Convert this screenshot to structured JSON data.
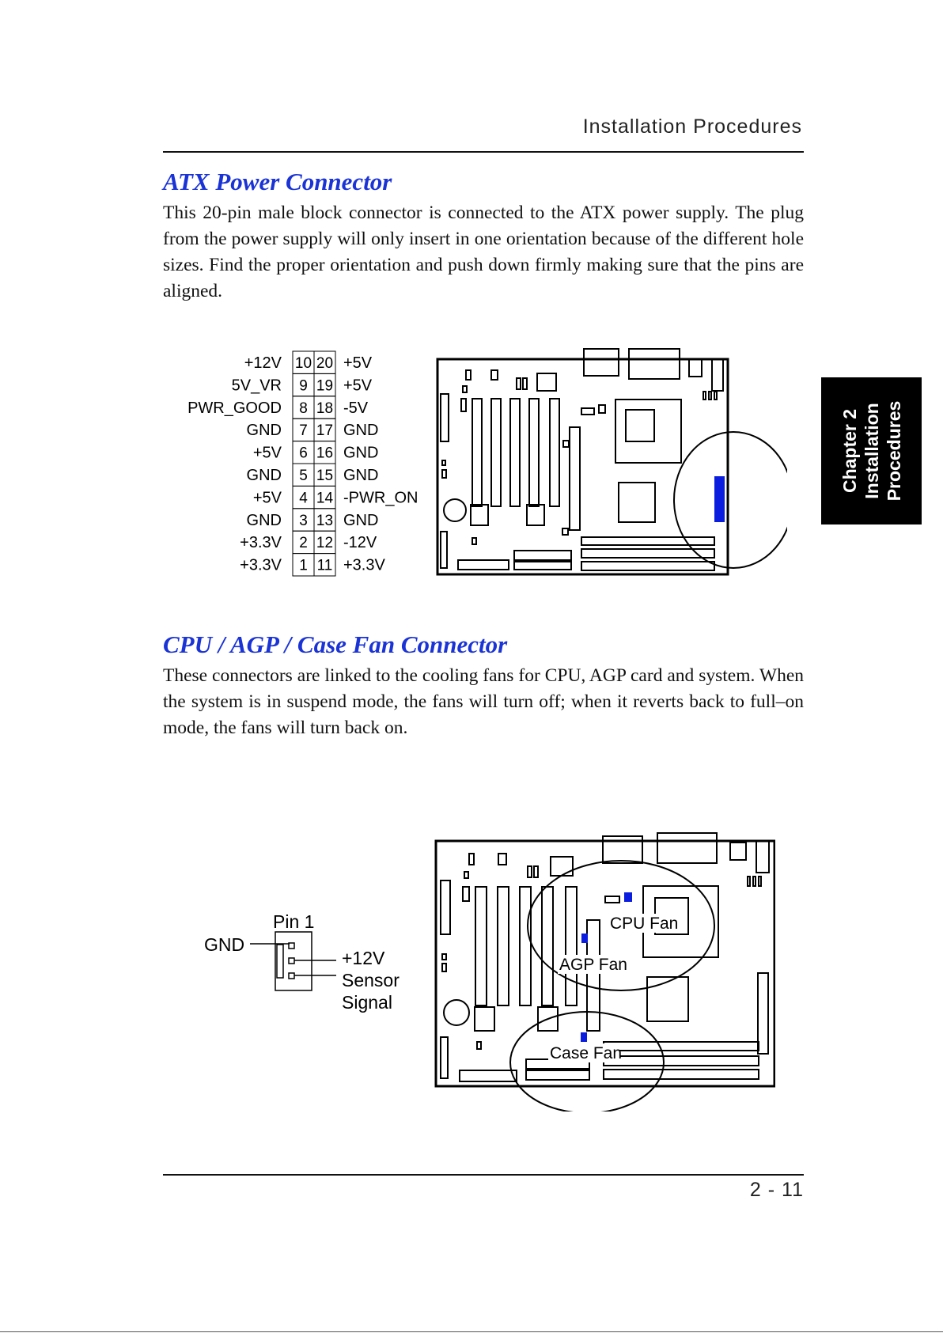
{
  "header": {
    "running_title": "Installation Procedures"
  },
  "side_tab": {
    "line1": "Chapter 2",
    "line2": "Installation",
    "line3": "Procedures"
  },
  "atx": {
    "title": "ATX Power Connector",
    "body": "This 20-pin male block connector is connected to the ATX power supply. The plug from the power supply will only insert in one orientation because of the different hole sizes. Find the proper orientation and push down firmly making sure that the pins are aligned.",
    "pins": [
      {
        "left_label": "+12V",
        "left_pin": "10",
        "right_pin": "20",
        "right_label": "+5V"
      },
      {
        "left_label": "5V_VR",
        "left_pin": "9",
        "right_pin": "19",
        "right_label": "+5V"
      },
      {
        "left_label": "PWR_GOOD",
        "left_pin": "8",
        "right_pin": "18",
        "right_label": "-5V"
      },
      {
        "left_label": "GND",
        "left_pin": "7",
        "right_pin": "17",
        "right_label": "GND"
      },
      {
        "left_label": "+5V",
        "left_pin": "6",
        "right_pin": "16",
        "right_label": "GND"
      },
      {
        "left_label": "GND",
        "left_pin": "5",
        "right_pin": "15",
        "right_label": "GND"
      },
      {
        "left_label": "+5V",
        "left_pin": "4",
        "right_pin": "14",
        "right_label": "-PWR_ON"
      },
      {
        "left_label": "GND",
        "left_pin": "3",
        "right_pin": "13",
        "right_label": "GND"
      },
      {
        "left_label": "+3.3V",
        "left_pin": "2",
        "right_pin": "12",
        "right_label": "-12V"
      },
      {
        "left_label": "+3.3V",
        "left_pin": "1",
        "right_pin": "11",
        "right_label": "+3.3V"
      }
    ]
  },
  "fan": {
    "title": "CPU / AGP / Case Fan Connector",
    "body": "These connectors are linked to the cooling fans for CPU, AGP card and system. When the system is in suspend mode, the fans will turn off; when it reverts back to full–on mode, the fans will turn back on.",
    "pin1_label": "Pin 1",
    "gnd_label": "GND",
    "v12_label": "+12V",
    "sensor_label_1": "Sensor",
    "sensor_label_2": "Signal",
    "cpu_fan_label": "CPU Fan",
    "agp_fan_label": "AGP Fan",
    "case_fan_label": "Case Fan"
  },
  "colors": {
    "heading": "#1a33d6",
    "connector_highlight": "#0b1ee0"
  },
  "footer": {
    "page_number": "2 - 11"
  }
}
